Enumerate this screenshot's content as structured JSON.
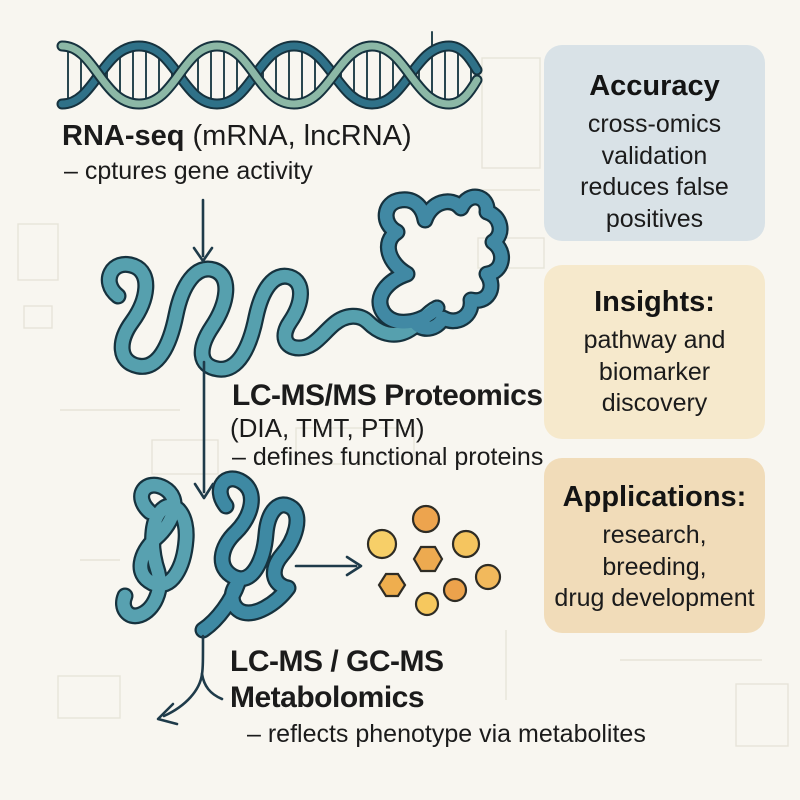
{
  "flow": {
    "rna": {
      "name_bold": "RNA-seq",
      "name_detail": " (mRNA, lncRNA)",
      "desc": "– cptures gene activity"
    },
    "proteomics": {
      "name": "LC-MS/MS Proteomics",
      "detail": "(DIA, TMT, PTM)",
      "desc": "– defines functional proteins"
    },
    "metabolomics": {
      "name_line1": "LC-MS / GC-MS",
      "name_line2": "Metabolomics",
      "desc": "– reflects phenotype via metabolites"
    }
  },
  "side_boxes": [
    {
      "heading": "Accuracy",
      "lines": [
        "cross-omics",
        "validation",
        "reduces false",
        "positives"
      ],
      "bg": "#d9e2e7"
    },
    {
      "heading": "Insights:",
      "lines": [
        "pathway and",
        "biomarker",
        "discovery"
      ],
      "bg": "#f6e9cc"
    },
    {
      "heading": "Applications:",
      "lines": [
        "research,",
        "breeding,",
        "drug development"
      ],
      "bg": "#f1dcb9"
    }
  ],
  "illustrations": {
    "dna": "dna-double-helix",
    "protein_ribbon": "unfolded-protein-ribbon",
    "protein_pair": "folded-protein-pair",
    "metabolites": "metabolite-molecules",
    "arrows": [
      "down-arrow",
      "long-down-arrow",
      "right-arrow",
      "curved-split-arrow"
    ]
  },
  "colors": {
    "background": "#f8f6f0",
    "strand_teal": "#2f7188",
    "strand_sage": "#8cb8a6",
    "ribbon_teal": "#56a0ae",
    "ribbon_deep_teal": "#4189a4",
    "outline_dark": "#16323e",
    "arrow": "#1f3b4a",
    "metabolite_orange": "#eda44e",
    "metabolite_yellow": "#f7cf68",
    "text": "#1b1b1b"
  }
}
